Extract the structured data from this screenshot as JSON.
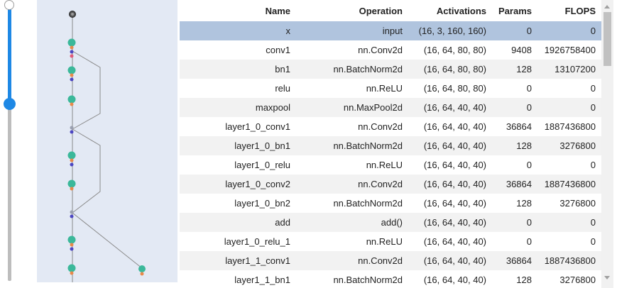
{
  "slider": {
    "value_fraction": 0.36
  },
  "table": {
    "headers": [
      "Name",
      "Operation",
      "Activations",
      "Params",
      "FLOPS"
    ],
    "rows": [
      [
        "x",
        "input",
        "(16, 3, 160, 160)",
        "0",
        "0"
      ],
      [
        "conv1",
        "nn.Conv2d",
        "(16, 64, 80, 80)",
        "9408",
        "1926758400"
      ],
      [
        "bn1",
        "nn.BatchNorm2d",
        "(16, 64, 80, 80)",
        "128",
        "13107200"
      ],
      [
        "relu",
        "nn.ReLU",
        "(16, 64, 80, 80)",
        "0",
        "0"
      ],
      [
        "maxpool",
        "nn.MaxPool2d",
        "(16, 64, 40, 40)",
        "0",
        "0"
      ],
      [
        "layer1_0_conv1",
        "nn.Conv2d",
        "(16, 64, 40, 40)",
        "36864",
        "1887436800"
      ],
      [
        "layer1_0_bn1",
        "nn.BatchNorm2d",
        "(16, 64, 40, 40)",
        "128",
        "3276800"
      ],
      [
        "layer1_0_relu",
        "nn.ReLU",
        "(16, 64, 40, 40)",
        "0",
        "0"
      ],
      [
        "layer1_0_conv2",
        "nn.Conv2d",
        "(16, 64, 40, 40)",
        "36864",
        "1887436800"
      ],
      [
        "layer1_0_bn2",
        "nn.BatchNorm2d",
        "(16, 64, 40, 40)",
        "128",
        "3276800"
      ],
      [
        "add",
        "add()",
        "(16, 64, 40, 40)",
        "0",
        "0"
      ],
      [
        "layer1_0_relu_1",
        "nn.ReLU",
        "(16, 64, 40, 40)",
        "0",
        "0"
      ],
      [
        "layer1_1_conv1",
        "nn.Conv2d",
        "(16, 64, 40, 40)",
        "36864",
        "1887436800"
      ],
      [
        "layer1_1_bn1",
        "nn.BatchNorm2d",
        "(16, 64, 40, 40)",
        "128",
        "3276800"
      ]
    ],
    "selected_row": 0
  },
  "colors": {
    "graph_bg": "#e3e9f4",
    "node_conv": "#3bb89a",
    "node_bn": "#e8894a",
    "node_relu": "#e05a7a",
    "node_small": "#4b45c2",
    "node_input": "#555555",
    "edge": "#8a8a8a",
    "selected_row": "#b0c4de",
    "slider_active": "#1e88e5"
  }
}
